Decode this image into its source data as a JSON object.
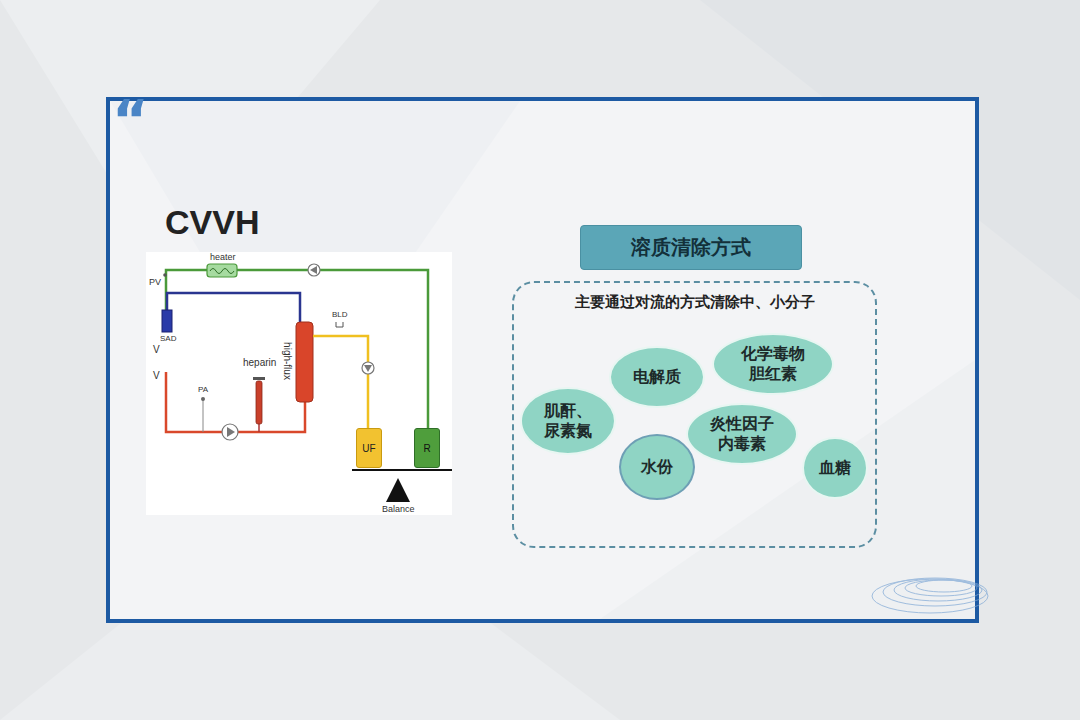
{
  "diagram": {
    "title": "CVVH",
    "nodes": [
      {
        "text": [
          "UF"
        ]
      },
      {
        "text": [
          "R"
        ]
      },
      {
        "text": [
          "溶质清除方式"
        ]
      },
      {
        "text": [
          "主要通过对流的方式清除中、小分子"
        ]
      },
      {
        "text": [
          "电解质"
        ],
        "in": 3
      },
      {
        "text": [
          "化学毒物 胆红素"
        ],
        "in": 3
      },
      {
        "text": [
          "肌酐、 尿素氮"
        ],
        "in": 3
      },
      {
        "text": [
          "炎性因子 内毒素"
        ],
        "in": 3
      },
      {
        "text": [
          "水份"
        ],
        "in": 3
      },
      {
        "text": [
          "血糖"
        ],
        "in": 3
      }
    ],
    "labels": [
      "“",
      "heater",
      "PV",
      "SAD",
      "V",
      "V",
      "PA",
      "heparin",
      "high-flux",
      "BLD",
      "Balance"
    ]
  }
}
